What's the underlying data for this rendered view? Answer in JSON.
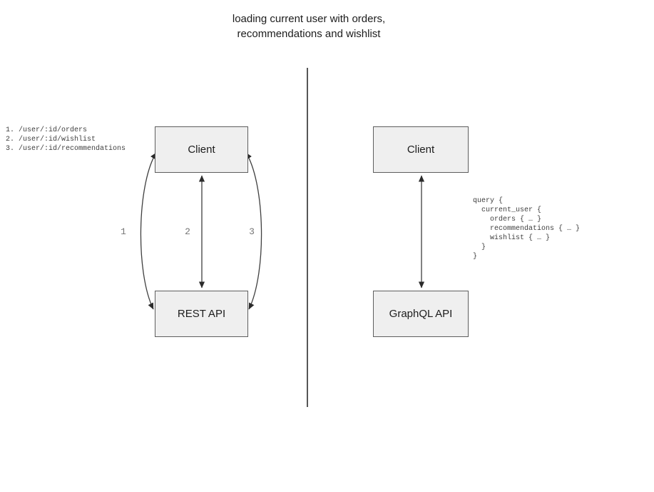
{
  "title": {
    "line1": "loading current user with orders,",
    "line2": "recommendations and wishlist"
  },
  "left": {
    "endpoints": [
      "1. /user/:id/orders",
      "2. /user/:id/wishlist",
      "3. /user/:id/recommendations"
    ],
    "client_label": "Client",
    "api_label": "REST API",
    "arrow_labels": [
      "1",
      "2",
      "3"
    ]
  },
  "right": {
    "client_label": "Client",
    "api_label": "GraphQL API",
    "query_lines": [
      "query {",
      "  current_user {",
      "    orders { … }",
      "    recommendations { … }",
      "    wishlist { … }",
      "  }",
      "}"
    ]
  },
  "colors": {
    "box_fill": "#efefef",
    "box_border": "#5e5e5e",
    "arrow": "#3f3f3f",
    "arrow_label": "#757575",
    "code_text": "#3e3e3e",
    "divider": "#565656"
  }
}
